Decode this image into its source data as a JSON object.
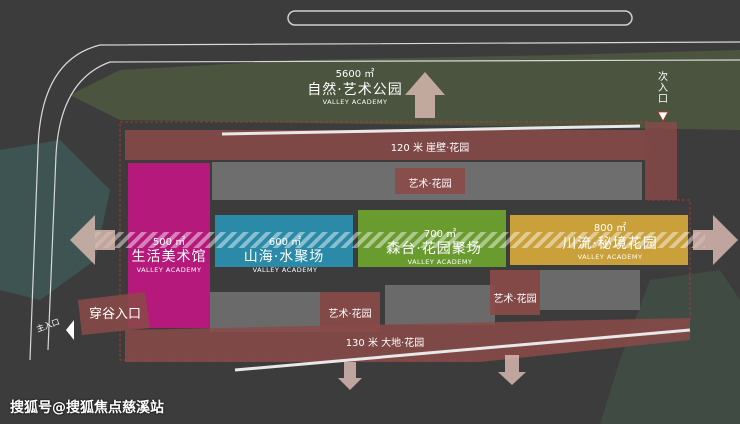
{
  "park": {
    "area": "5600 ㎡",
    "name": "自然·艺术公园",
    "sub": "VALLEY    ACADEMY"
  },
  "side_entrance": "次入口",
  "main_entrance": "主入口",
  "valley_entrance": "穿谷入口",
  "cliff_garden": "120 米 崖壁·花园",
  "ground_garden": "130 米 大地·花园",
  "art_garden_labels": [
    "艺术·花园",
    "艺术·花园",
    "艺术·花园"
  ],
  "zones": [
    {
      "area": "500 ㎡",
      "name": "生活美术馆",
      "sub": "VALLEY    ACADEMY",
      "color": "#b5197c"
    },
    {
      "area": "600 ㎡",
      "name": "山海·水聚场",
      "sub": "VALLEY    ACADEMY",
      "color": "#2a8aa8"
    },
    {
      "area": "700 ㎡",
      "name": "森台·花园聚场",
      "sub": "VALLEY    ACADEMY",
      "color": "#6a9b2e"
    },
    {
      "area": "800 ㎡",
      "name": "川流·秘境花园",
      "sub": "VALLEY    ACADEMY",
      "color": "#c9a03a"
    }
  ],
  "watermark": "搜狐号@搜狐焦点慈溪站"
}
